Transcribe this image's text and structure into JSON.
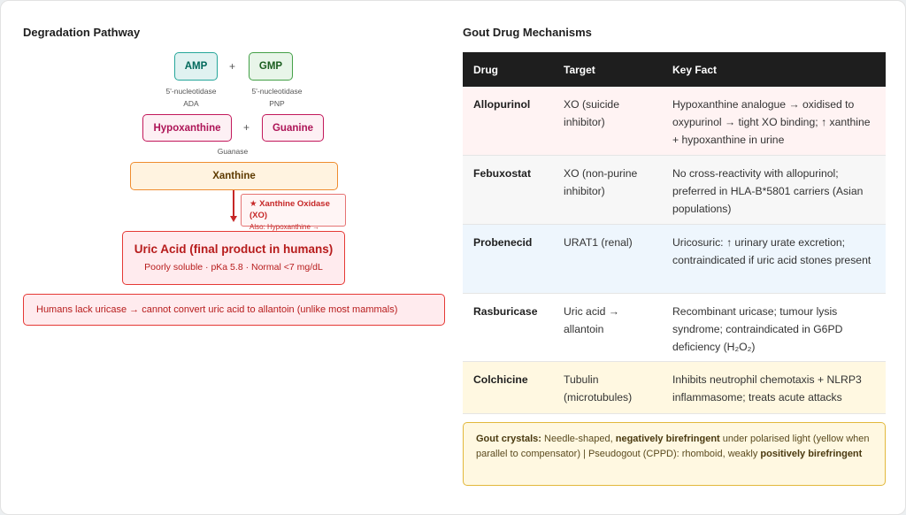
{
  "left": {
    "title": "Degradation Pathway",
    "amp": "AMP",
    "gmp": "GMP",
    "plus": "+",
    "amp_enzymes": [
      "5'-nucleotidase",
      "ADA"
    ],
    "gmp_enzymes": [
      "5'-nucleotidase",
      "PNP"
    ],
    "hypoxanthine": "Hypoxanthine",
    "guanine": "Guanine",
    "guanase": "Guanase",
    "xanthine": "Xanthine",
    "xo_label": "★ Xanthine Oxidase (XO)",
    "xo_also": "Also: Hypoxanthine → Xanthine",
    "uric_title": "Uric Acid (final product in humans)",
    "uric_sub": "Poorly soluble · pKa 5.8 · Normal <7 mg/dL",
    "uricase_note": "Humans lack uricase → cannot convert uric acid to allantoin (unlike most mammals)"
  },
  "right": {
    "title": "Gout Drug Mechanisms",
    "headers": [
      "Drug",
      "Target",
      "Key Fact"
    ],
    "rows": [
      {
        "drug": "Allopurinol",
        "target": "XO (suicide inhibitor)",
        "fact": "Hypoxanthine analogue → oxidised to oxypurinol → tight XO binding; ↑ xanthine + hypoxanthine in urine"
      },
      {
        "drug": "Febuxostat",
        "target": "XO (non-purine inhibitor)",
        "fact": "No cross-reactivity with allopurinol; preferred in HLA-B*5801 carriers (Asian populations)"
      },
      {
        "drug": "Probenecid",
        "target": "URAT1 (renal)",
        "fact": "Uricosuric: ↑ urinary urate excretion; contraindicated if uric acid stones present"
      },
      {
        "drug": "Rasburicase",
        "target": "Uric acid → allantoin",
        "fact": "Recombinant uricase; tumour lysis syndrome; contraindicated in G6PD deficiency (H₂O₂)"
      },
      {
        "drug": "Colchicine",
        "target": "Tubulin (microtubules)",
        "fact": "Inhibits neutrophil chemotaxis + NLRP3 inflammasome; treats acute attacks"
      }
    ],
    "crystals": {
      "label": "Gout crystals:",
      "t1": " Needle-shaped, ",
      "b1": "negatively birefringent",
      "t2": " under polarised light (yellow when parallel to compensator)  |  Pseudogout (CPPD): rhomboid, weakly ",
      "b2": "positively birefringent"
    }
  },
  "colors": {
    "amp_fill": "#e0f2f1",
    "amp_border": "#26a69a",
    "amp_text": "#00695c",
    "gmp_fill": "#e8f5e9",
    "gmp_border": "#43a047",
    "gmp_text": "#1b5e20",
    "pink_fill": "#fdf0f4",
    "pink_border": "#c2185b",
    "pink_text": "#ad1457",
    "xan_fill": "#fff3e0",
    "xan_border": "#ef8c2f",
    "xan_text": "#5d3a00",
    "red_fill": "#ffebee",
    "red_border": "#e53935",
    "red_text": "#b71c1c"
  }
}
